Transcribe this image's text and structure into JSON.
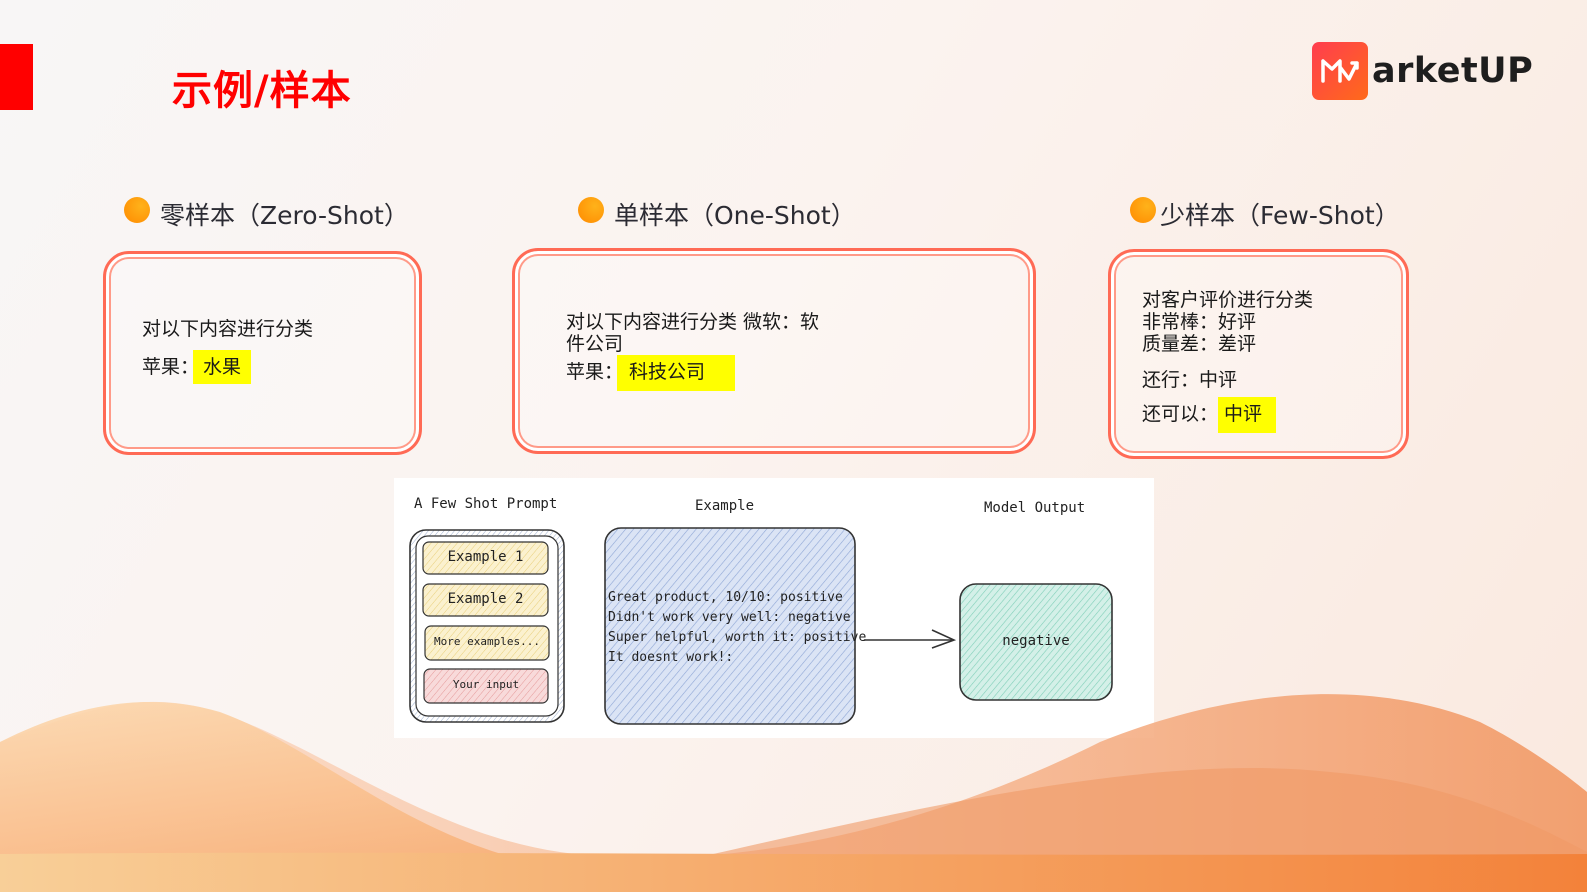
{
  "header": {
    "title": "示例/样本",
    "logo_text": "arketUP",
    "logo_mark": "M"
  },
  "colors": {
    "accent_red": "#ff0000",
    "card_border": "#ff6a55",
    "highlight": "#ffff00",
    "dot_orange": "#ff9a00"
  },
  "sections": [
    {
      "heading": "零样本（Zero-Shot）",
      "lines": [
        "对以下内容进行分类"
      ],
      "prefix": "苹果：",
      "answer": "水果"
    },
    {
      "heading": "单样本（One-Shot）",
      "lines": [
        "对以下内容进行分类 微软：软",
        "件公司"
      ],
      "prefix": "苹果：",
      "answer": "科技公司"
    },
    {
      "heading": "少样本（Few-Shot）",
      "lines": [
        "对客户评价进行分类",
        "非常棒：好评",
        "质量差：差评",
        "还行：中评"
      ],
      "prefix": "还可以：",
      "answer": "中评"
    }
  ],
  "diagram": {
    "prompt_title": "A Few Shot Prompt",
    "prompt_items": [
      "Example 1",
      "Example 2",
      "More examples...",
      "Your input"
    ],
    "example_title": "Example",
    "example_lines": [
      "Great product, 10/10: positive",
      "Didn't work very well: negative",
      "Super helpful, worth it: positive",
      "It doesnt work!:"
    ],
    "output_title": "Model Output",
    "output_value": "negative"
  }
}
